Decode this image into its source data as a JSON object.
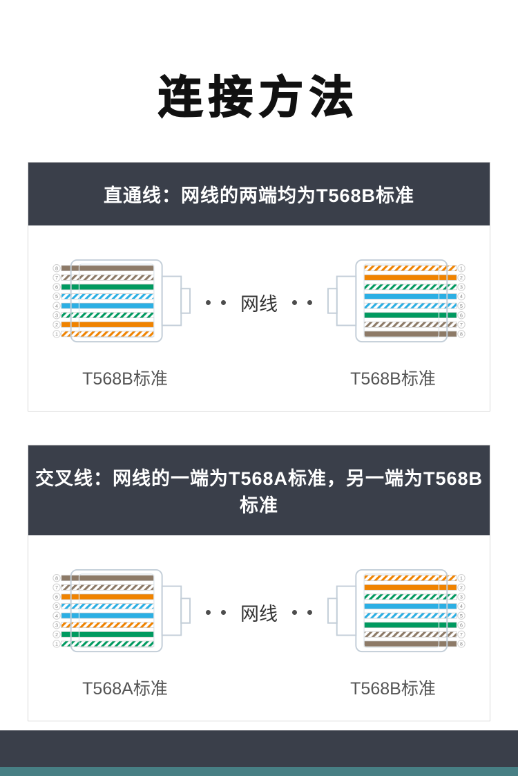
{
  "page": {
    "title": "连接方法"
  },
  "panels": [
    {
      "header": "直通线：网线的两端均为T568B标准",
      "middle_label": "网线",
      "left": {
        "standard": "T568B",
        "label": "T568B标准"
      },
      "right": {
        "standard": "T568B",
        "label": "T568B标准"
      }
    },
    {
      "header": "交叉线：网线的一端为T568A标准，另一端为T568B标准",
      "middle_label": "网线",
      "left": {
        "standard": "T568A",
        "label": "T568A标准"
      },
      "right": {
        "standard": "T568B",
        "label": "T568B标准"
      }
    }
  ],
  "pin_labels": [
    "1",
    "2",
    "3",
    "4",
    "5",
    "6",
    "7",
    "8"
  ],
  "wiring": {
    "T568A": [
      "green-white",
      "green",
      "orange-white",
      "blue",
      "blue-white",
      "orange",
      "brown-white",
      "brown"
    ],
    "T568B": [
      "orange-white",
      "orange",
      "green-white",
      "blue",
      "blue-white",
      "green",
      "brown-white",
      "brown"
    ]
  },
  "colors": {
    "title_text": "#111111",
    "header_bg": "#3a3f4a",
    "header_text": "#ffffff",
    "panel_border": "#d9d9d9",
    "label_text": "#555555",
    "footer_bg": "#3a3f4a",
    "footer_accent": "#477f84",
    "orange": "#f08300",
    "green": "#009a60",
    "blue": "#2bafe4",
    "brown": "#8d7a67",
    "connector_outline": "#c3ced8",
    "connector_inner": "#dfe7ec",
    "wire_edge": "#c8c8c8",
    "pin_text": "#8a8a8a"
  }
}
